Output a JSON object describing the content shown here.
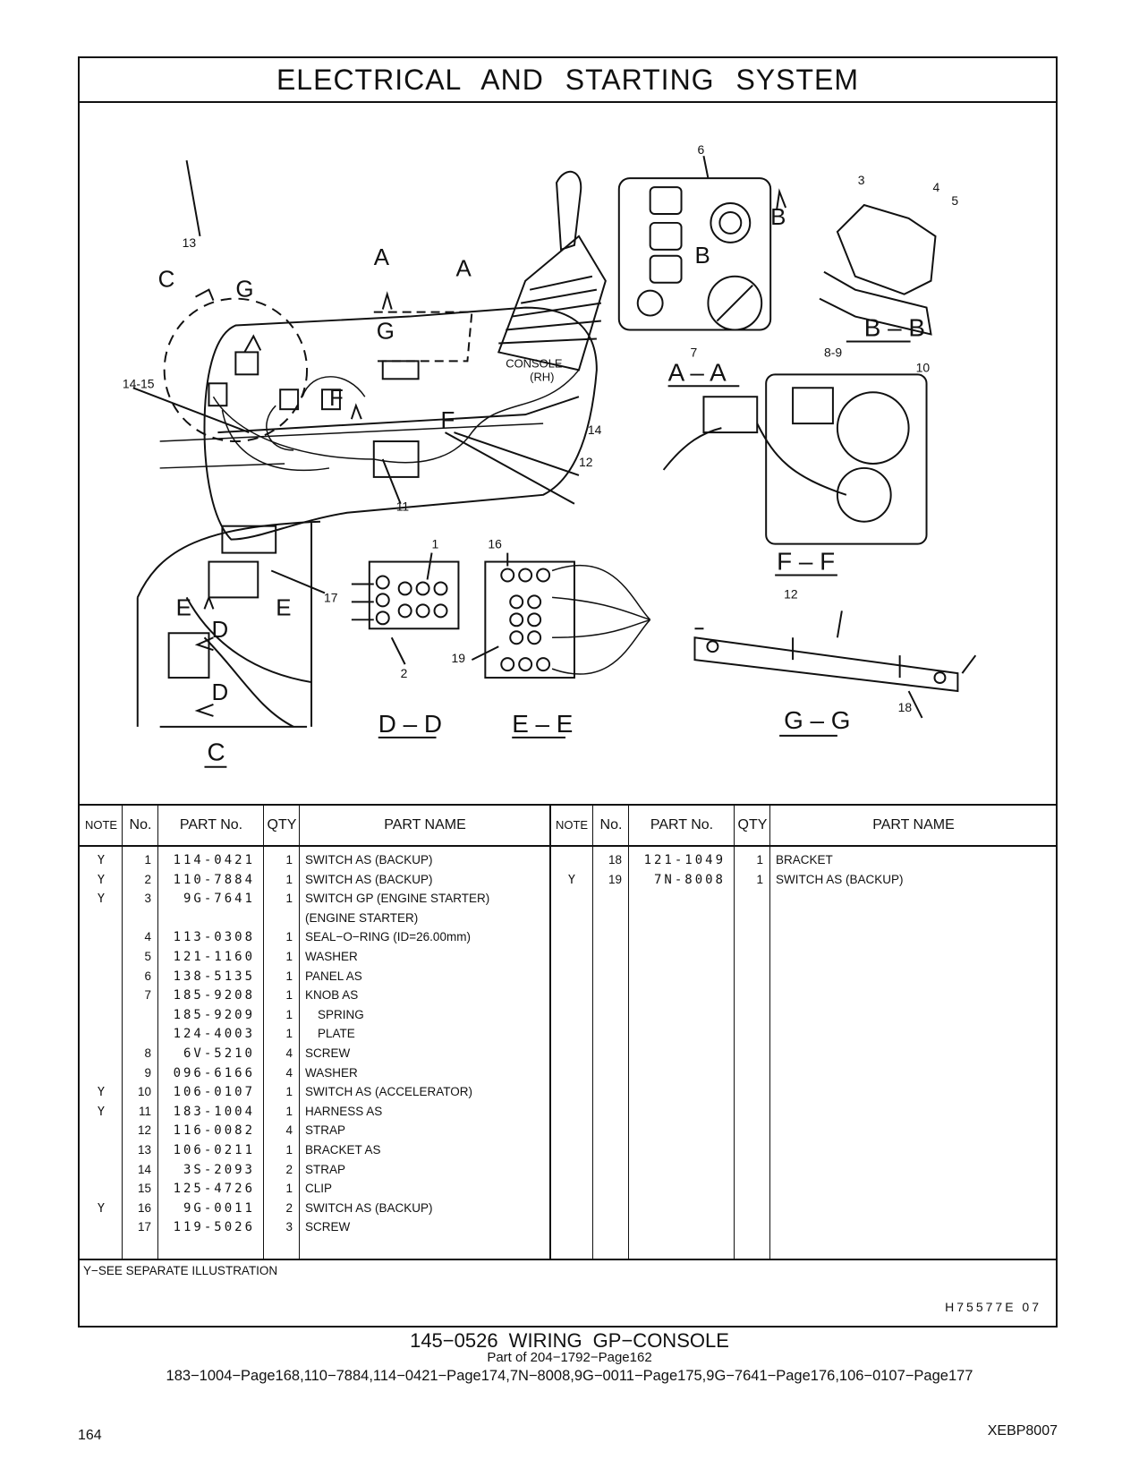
{
  "header": {
    "title": "ELECTRICAL AND STARTING SYSTEM"
  },
  "figure": {
    "views": {
      "aa": "A – A",
      "bb": "B – B",
      "ff": "F – F",
      "dd": "D – D",
      "ee": "E – E",
      "gg": "G – G",
      "c": "C"
    },
    "letters": {
      "a": "A",
      "b": "B",
      "c": "C",
      "d": "D",
      "e": "E",
      "f": "F",
      "g": "G"
    },
    "console_label": "CONSOLE",
    "console_sub": "(RH)",
    "callouts": {
      "n1": "1",
      "n2": "2",
      "n3": "3",
      "n4": "4",
      "n5": "5",
      "n6": "6",
      "n7": "7",
      "n89": "8-9",
      "n10": "10",
      "n11": "11",
      "n12": "12",
      "n12b": "12",
      "n13": "13",
      "n14": "14",
      "n1415": "14-15",
      "n16": "16",
      "n17": "17",
      "n18": "18",
      "n19": "19"
    }
  },
  "table": {
    "headers": {
      "note": "NOTE",
      "no": "No.",
      "part_no": "PART No.",
      "qty": "QTY",
      "part_name": "PART NAME"
    },
    "left": [
      {
        "note": "Y",
        "no": "1",
        "part_no": "114-0421",
        "qty": "1",
        "name": "SWITCH  AS (BACKUP)"
      },
      {
        "note": "Y",
        "no": "2",
        "part_no": "110-7884",
        "qty": "1",
        "name": "SWITCH  AS (BACKUP)"
      },
      {
        "note": "Y",
        "no": "3",
        "part_no": "9G-7641",
        "qty": "1",
        "name": "SWITCH  GP (ENGINE  STARTER)"
      },
      {
        "note": "",
        "no": "",
        "part_no": "",
        "qty": "",
        "name": "(ENGINE  STARTER)"
      },
      {
        "note": "",
        "no": "4",
        "part_no": "113-0308",
        "qty": "1",
        "name": "SEAL−O−RING (ID=26.00mm)"
      },
      {
        "note": "",
        "no": "5",
        "part_no": "121-1160",
        "qty": "1",
        "name": "WASHER"
      },
      {
        "note": "",
        "no": "6",
        "part_no": "138-5135",
        "qty": "1",
        "name": "PANEL  AS"
      },
      {
        "note": "",
        "no": "7",
        "part_no": "185-9208",
        "qty": "1",
        "name": "KNOB  AS"
      },
      {
        "note": "",
        "no": "",
        "part_no": "185-9209",
        "qty": "1",
        "name": "SPRING",
        "indent": true
      },
      {
        "note": "",
        "no": "",
        "part_no": "124-4003",
        "qty": "1",
        "name": "PLATE",
        "indent": true
      },
      {
        "note": "",
        "no": "8",
        "part_no": "6V-5210",
        "qty": "4",
        "name": "SCREW"
      },
      {
        "note": "",
        "no": "9",
        "part_no": "096-6166",
        "qty": "4",
        "name": "WASHER"
      },
      {
        "note": "Y",
        "no": "10",
        "part_no": "106-0107",
        "qty": "1",
        "name": "SWITCH  AS (ACCELERATOR)"
      },
      {
        "note": "Y",
        "no": "11",
        "part_no": "183-1004",
        "qty": "1",
        "name": "HARNESS  AS"
      },
      {
        "note": "",
        "no": "12",
        "part_no": "116-0082",
        "qty": "4",
        "name": "STRAP"
      },
      {
        "note": "",
        "no": "13",
        "part_no": "106-0211",
        "qty": "1",
        "name": "BRACKET  AS"
      },
      {
        "note": "",
        "no": "14",
        "part_no": "3S-2093",
        "qty": "2",
        "name": "STRAP"
      },
      {
        "note": "",
        "no": "15",
        "part_no": "125-4726",
        "qty": "1",
        "name": "CLIP"
      },
      {
        "note": "Y",
        "no": "16",
        "part_no": "9G-0011",
        "qty": "2",
        "name": "SWITCH  AS (BACKUP)"
      },
      {
        "note": "",
        "no": "17",
        "part_no": "119-5026",
        "qty": "3",
        "name": "SCREW"
      }
    ],
    "right": [
      {
        "note": "",
        "no": "18",
        "part_no": "121-1049",
        "qty": "1",
        "name": "BRACKET"
      },
      {
        "note": "Y",
        "no": "19",
        "part_no": "7N-8008",
        "qty": "1",
        "name": "SWITCH  AS (BACKUP)"
      }
    ],
    "footnote": "Y−SEE  SEPARATE  ILLUSTRATION",
    "doc_id": "H75577E   07"
  },
  "caption": {
    "title": "145−0526   WIRING  GP−CONSOLE",
    "subtitle": "Part of 204−1792−Page162",
    "refs": "183−1004−Page168,110−7884,114−0421−Page174,7N−8008,9G−0011−Page175,9G−7641−Page176,106−0107−Page177"
  },
  "footer": {
    "page_number": "164",
    "publication": "XEBP8007"
  }
}
